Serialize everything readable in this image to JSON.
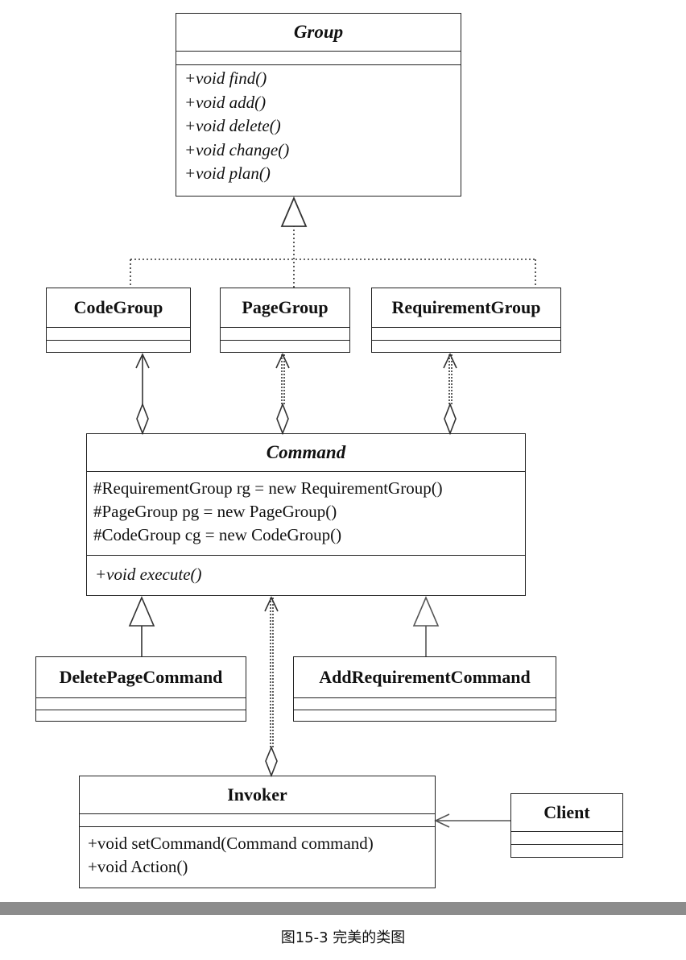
{
  "classes": {
    "group": {
      "name": "Group",
      "methods": [
        "+void find()",
        "+void add()",
        "+void delete()",
        "+void change()",
        "+void plan()"
      ]
    },
    "code_group": {
      "name": "CodeGroup"
    },
    "page_group": {
      "name": "PageGroup"
    },
    "requirement_group": {
      "name": "RequirementGroup"
    },
    "command": {
      "name": "Command",
      "attributes": [
        "#RequirementGroup rg = new RequirementGroup()",
        "#PageGroup pg = new PageGroup()",
        "#CodeGroup cg = new CodeGroup()"
      ],
      "methods": [
        "+void execute()"
      ]
    },
    "delete_page_command": {
      "name": "DeletePageCommand"
    },
    "add_requirement_command": {
      "name": "AddRequirementCommand"
    },
    "invoker": {
      "name": "Invoker",
      "methods": [
        "+void setCommand(Command command)",
        "+void Action()"
      ]
    },
    "client": {
      "name": "Client"
    }
  },
  "caption": "图15-3 完美的类图"
}
